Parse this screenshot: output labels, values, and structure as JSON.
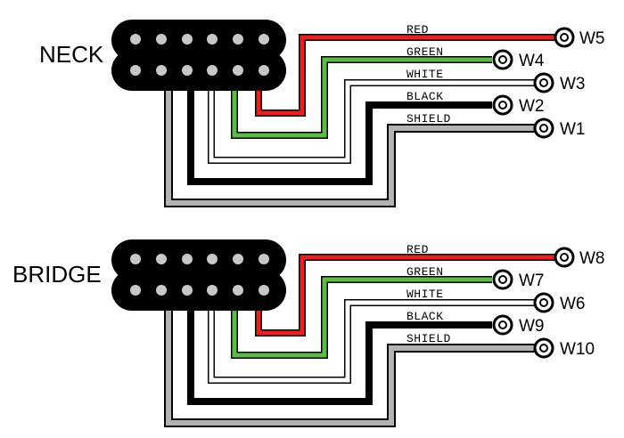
{
  "colors": {
    "red": "#e32222",
    "green": "#5cba47",
    "white": "#ffffff",
    "black": "#000000",
    "shield": "#b3b3b3",
    "pickup_body": "#000000",
    "pole": "#c8c8c8"
  },
  "pickups": [
    {
      "name": "NECK",
      "wires": [
        {
          "color_name": "RED",
          "terminal": "W5"
        },
        {
          "color_name": "GREEN",
          "terminal": "W4"
        },
        {
          "color_name": "WHITE",
          "terminal": "W3"
        },
        {
          "color_name": "BLACK",
          "terminal": "W2"
        },
        {
          "color_name": "SHIELD",
          "terminal": "W1"
        }
      ]
    },
    {
      "name": "BRIDGE",
      "wires": [
        {
          "color_name": "RED",
          "terminal": "W8"
        },
        {
          "color_name": "GREEN",
          "terminal": "W7"
        },
        {
          "color_name": "WHITE",
          "terminal": "W6"
        },
        {
          "color_name": "BLACK",
          "terminal": "W9"
        },
        {
          "color_name": "SHIELD",
          "terminal": "W10"
        }
      ]
    }
  ]
}
